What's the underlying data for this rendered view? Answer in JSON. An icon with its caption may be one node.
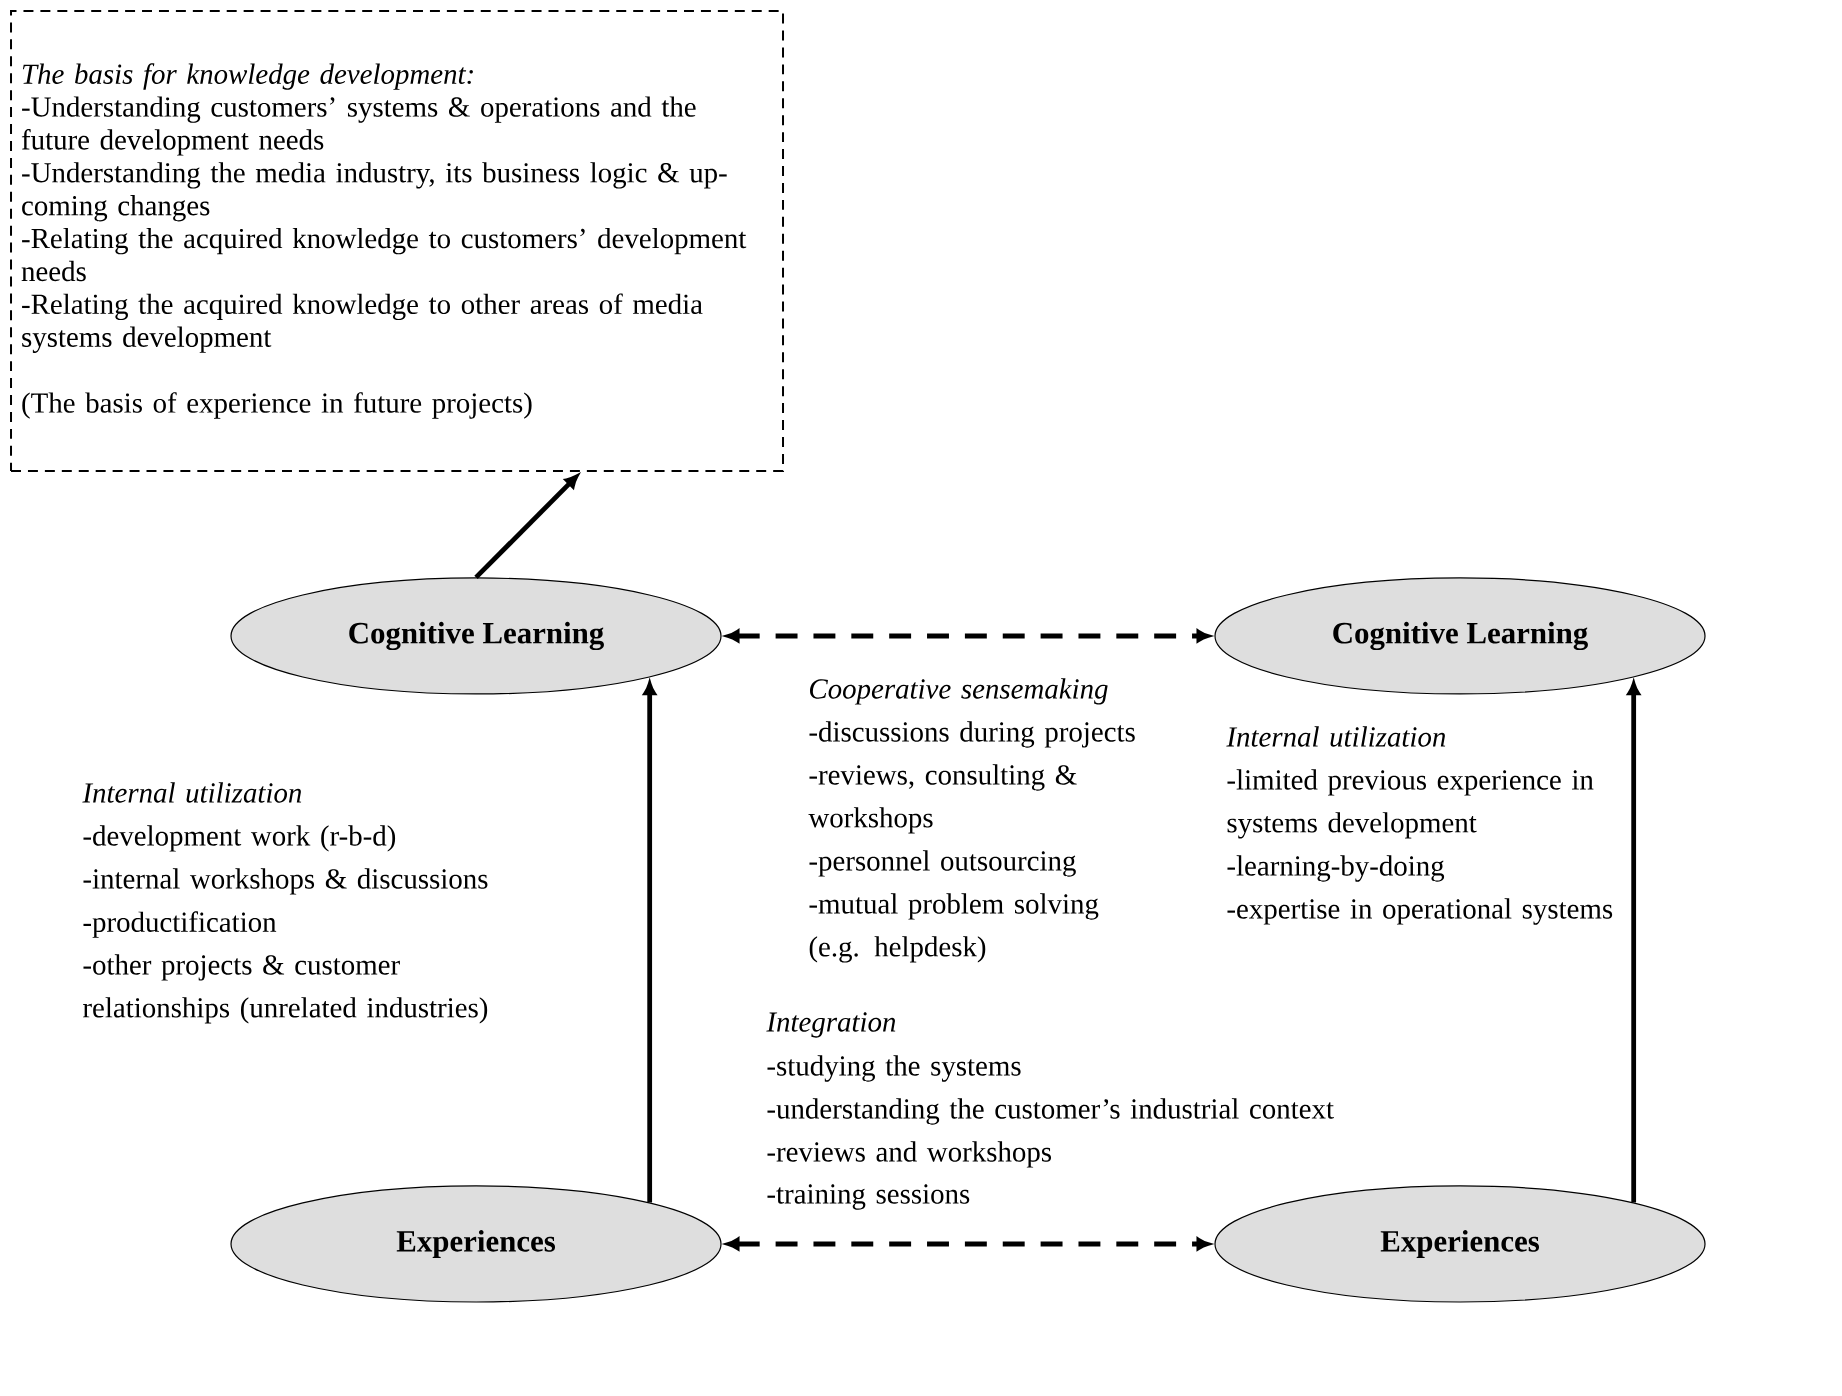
{
  "diagram": {
    "nodes": [
      {
        "text": [
          "The basis for knowledge development:",
          "-Understanding customers’ systems & operations and the future development needs",
          "-Understanding the media industry, its business logic & up-coming changes",
          "-Relating the acquired knowledge to customers’ development needs",
          "-Relating the acquired knowledge to other areas of media systems development",
          "(The basis of experience in future projects)"
        ]
      },
      {
        "text": [
          "Cognitive Learning"
        ]
      },
      {
        "text": [
          "Cognitive Learning"
        ]
      },
      {
        "text": [
          "Experiences"
        ]
      },
      {
        "text": [
          "Experiences"
        ]
      }
    ],
    "edges": [
      {
        "from": 1,
        "to": 0,
        "arrow": "to"
      },
      {
        "from": 1,
        "to": 2,
        "arrow": "both",
        "style": "dashed"
      },
      {
        "from": 3,
        "to": 1,
        "arrow": "to"
      },
      {
        "from": 4,
        "to": 2,
        "arrow": "to"
      },
      {
        "from": 3,
        "to": 4,
        "arrow": "both",
        "style": "dashed"
      }
    ],
    "labels": [
      "Cooperative sensemaking",
      "-discussions during projects",
      "-reviews, consulting & workshops",
      "-personnel outsourcing",
      "-mutual problem solving (e.g. helpdesk)",
      "Internal utilization",
      "-development work (r-b-d)",
      "-internal workshops & discussions",
      "-productification",
      "-other projects & customer relationships (unrelated industries)",
      "Internal utilization",
      "-limited previous experience in systems development",
      "-learning-by-doing",
      "-expertise in operational systems",
      "Integration",
      "-studying the systems",
      "-understanding the customer’s industrial context",
      "-reviews and workshops",
      "-training sessions"
    ]
  }
}
